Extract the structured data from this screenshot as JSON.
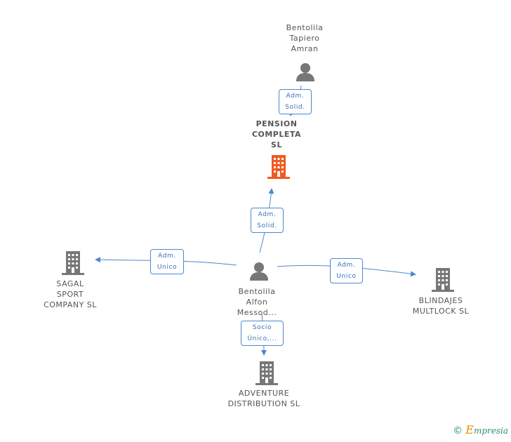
{
  "nodes": {
    "bentolila_tapiero": {
      "lines": [
        "Bentolila",
        "Tapiero",
        "Amran"
      ],
      "icon": "person-icon",
      "color": "#777777"
    },
    "pension_completa": {
      "lines": [
        "PENSION",
        "COMPLETA",
        "SL"
      ],
      "icon": "building-icon",
      "color": "#f05a23"
    },
    "bentolila_alfon": {
      "lines": [
        "Bentolila",
        "Alfon",
        "Messod..."
      ],
      "icon": "person-icon",
      "color": "#777777"
    },
    "sagal_sport": {
      "lines": [
        "SAGAL",
        "SPORT",
        "COMPANY SL"
      ],
      "icon": "building-icon",
      "color": "#777777"
    },
    "blindajes": {
      "lines": [
        "BLINDAJES",
        "MULTLOCK SL"
      ],
      "icon": "building-icon",
      "color": "#777777"
    },
    "adventure": {
      "lines": [
        "ADVENTURE",
        "DISTRIBUTION SL"
      ],
      "icon": "building-icon",
      "color": "#777777"
    }
  },
  "edges": {
    "tapiero_to_pension": {
      "lines": [
        "Adm.",
        "Solid."
      ]
    },
    "alfon_to_pension": {
      "lines": [
        "Adm.",
        "Solid."
      ]
    },
    "alfon_to_sagal": {
      "lines": [
        "Adm.",
        "Unico"
      ]
    },
    "alfon_to_blindajes": {
      "lines": [
        "Adm.",
        "Unico"
      ]
    },
    "alfon_to_adventure": {
      "lines": [
        "Socio",
        "Único,..."
      ]
    }
  },
  "colors": {
    "edge": "#4a88cf",
    "focus": "#f05a23",
    "node": "#777777"
  },
  "footer": {
    "copyright": "©",
    "brand_initial": "E",
    "brand_rest": "mpresia"
  }
}
